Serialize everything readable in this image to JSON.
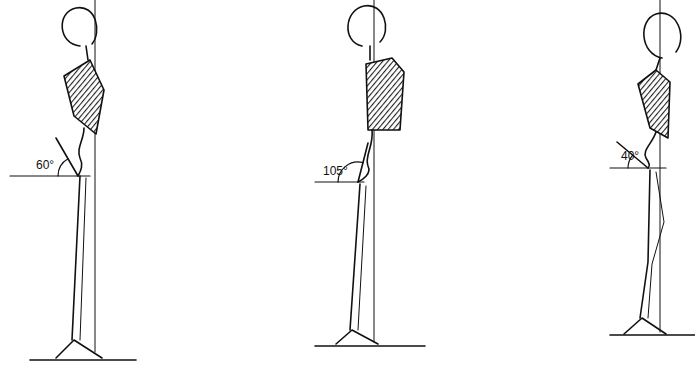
{
  "diagram": {
    "labels": [
      "60°",
      "105°",
      "40°"
    ]
  }
}
